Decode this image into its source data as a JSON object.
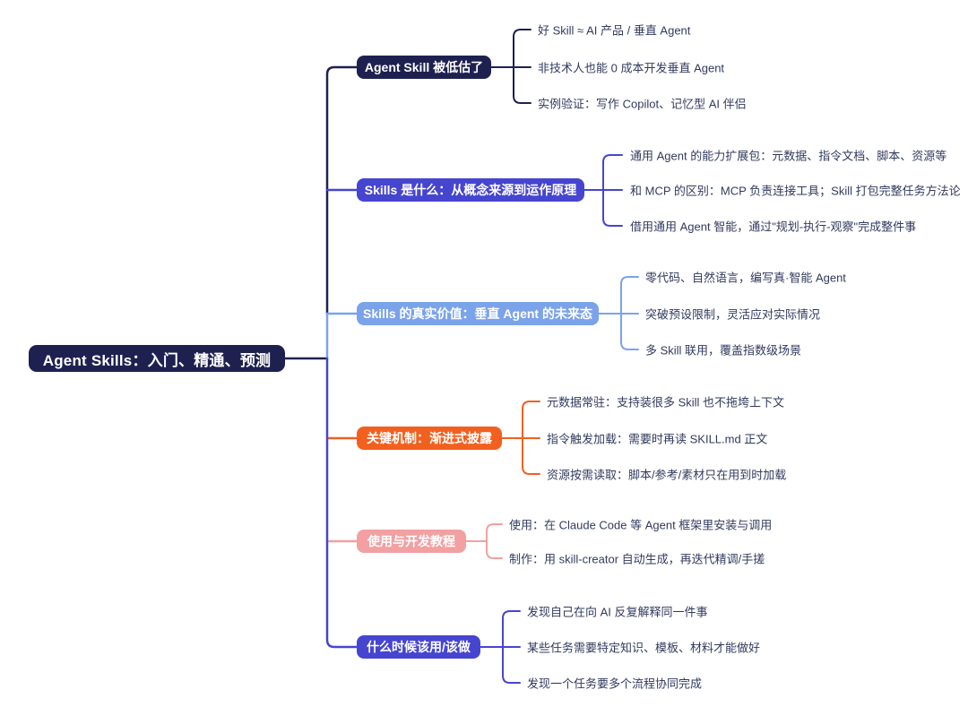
{
  "colors": {
    "navy": "#1e2150",
    "indigo": "#4645d0",
    "light_blue": "#7ba3ea",
    "orange": "#f2601f",
    "pink": "#f2a0a2",
    "leaf_text": "#323a5e",
    "background": "#ffffff"
  },
  "mindmap": {
    "root": {
      "label": "Agent Skills：入门、精通、预测",
      "color": "#1e2150"
    },
    "branches": [
      {
        "label": "Agent Skill 被低估了",
        "color": "#1e2150",
        "leaves": [
          "好 Skill ≈ AI 产品 / 垂直 Agent",
          "非技术人也能 0 成本开发垂直 Agent",
          "实例验证：写作 Copilot、记忆型 AI 伴侣"
        ]
      },
      {
        "label": "Skills 是什么：从概念来源到运作原理",
        "color": "#4645d0",
        "leaves": [
          "通用 Agent 的能力扩展包：元数据、指令文档、脚本、资源等",
          "和 MCP 的区别：MCP 负责连接工具；Skill 打包完整任务方法论",
          "借用通用 Agent 智能，通过\"规划-执行-观察\"完成整件事"
        ]
      },
      {
        "label": "Skills 的真实价值：垂直 Agent 的未来态",
        "color": "#7ba3ea",
        "leaves": [
          "零代码、自然语言，编写真·智能 Agent",
          "突破预设限制，灵活应对实际情况",
          "多 Skill 联用，覆盖指数级场景"
        ]
      },
      {
        "label": "关键机制：渐进式披露",
        "color": "#f2601f",
        "leaves": [
          "元数据常驻：支持装很多 Skill 也不拖垮上下文",
          "指令触发加载：需要时再读 SKILL.md 正文",
          "资源按需读取：脚本/参考/素材只在用到时加载"
        ]
      },
      {
        "label": "使用与开发教程",
        "color": "#f2a0a2",
        "leaves": [
          "使用：在 Claude Code 等 Agent 框架里安装与调用",
          "制作：用 skill-creator 自动生成，再迭代精调/手搓"
        ]
      },
      {
        "label": "什么时候该用/该做",
        "color": "#4645d0",
        "leaves": [
          "发现自己在向 AI 反复解释同一件事",
          "某些任务需要特定知识、模板、材料才能做好",
          "发现一个任务要多个流程协同完成"
        ]
      }
    ]
  }
}
